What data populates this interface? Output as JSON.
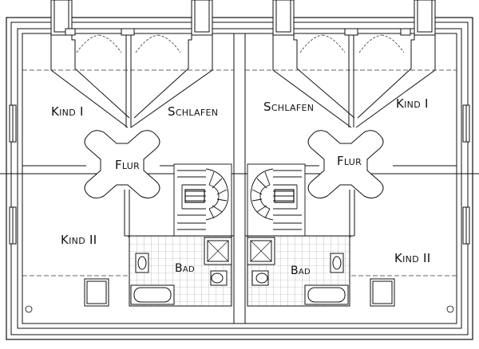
{
  "rooms": {
    "kind1_left": "Kind I",
    "schlafen_left": "Schlafen",
    "schlafen_right": "Schlafen",
    "kind1_right": "Kind I",
    "flur_left": "Flur",
    "flur_right": "Flur",
    "kind2_left": "Kind II",
    "kind2_right": "Kind II",
    "bad_left": "Bad",
    "bad_right": "Bad"
  }
}
